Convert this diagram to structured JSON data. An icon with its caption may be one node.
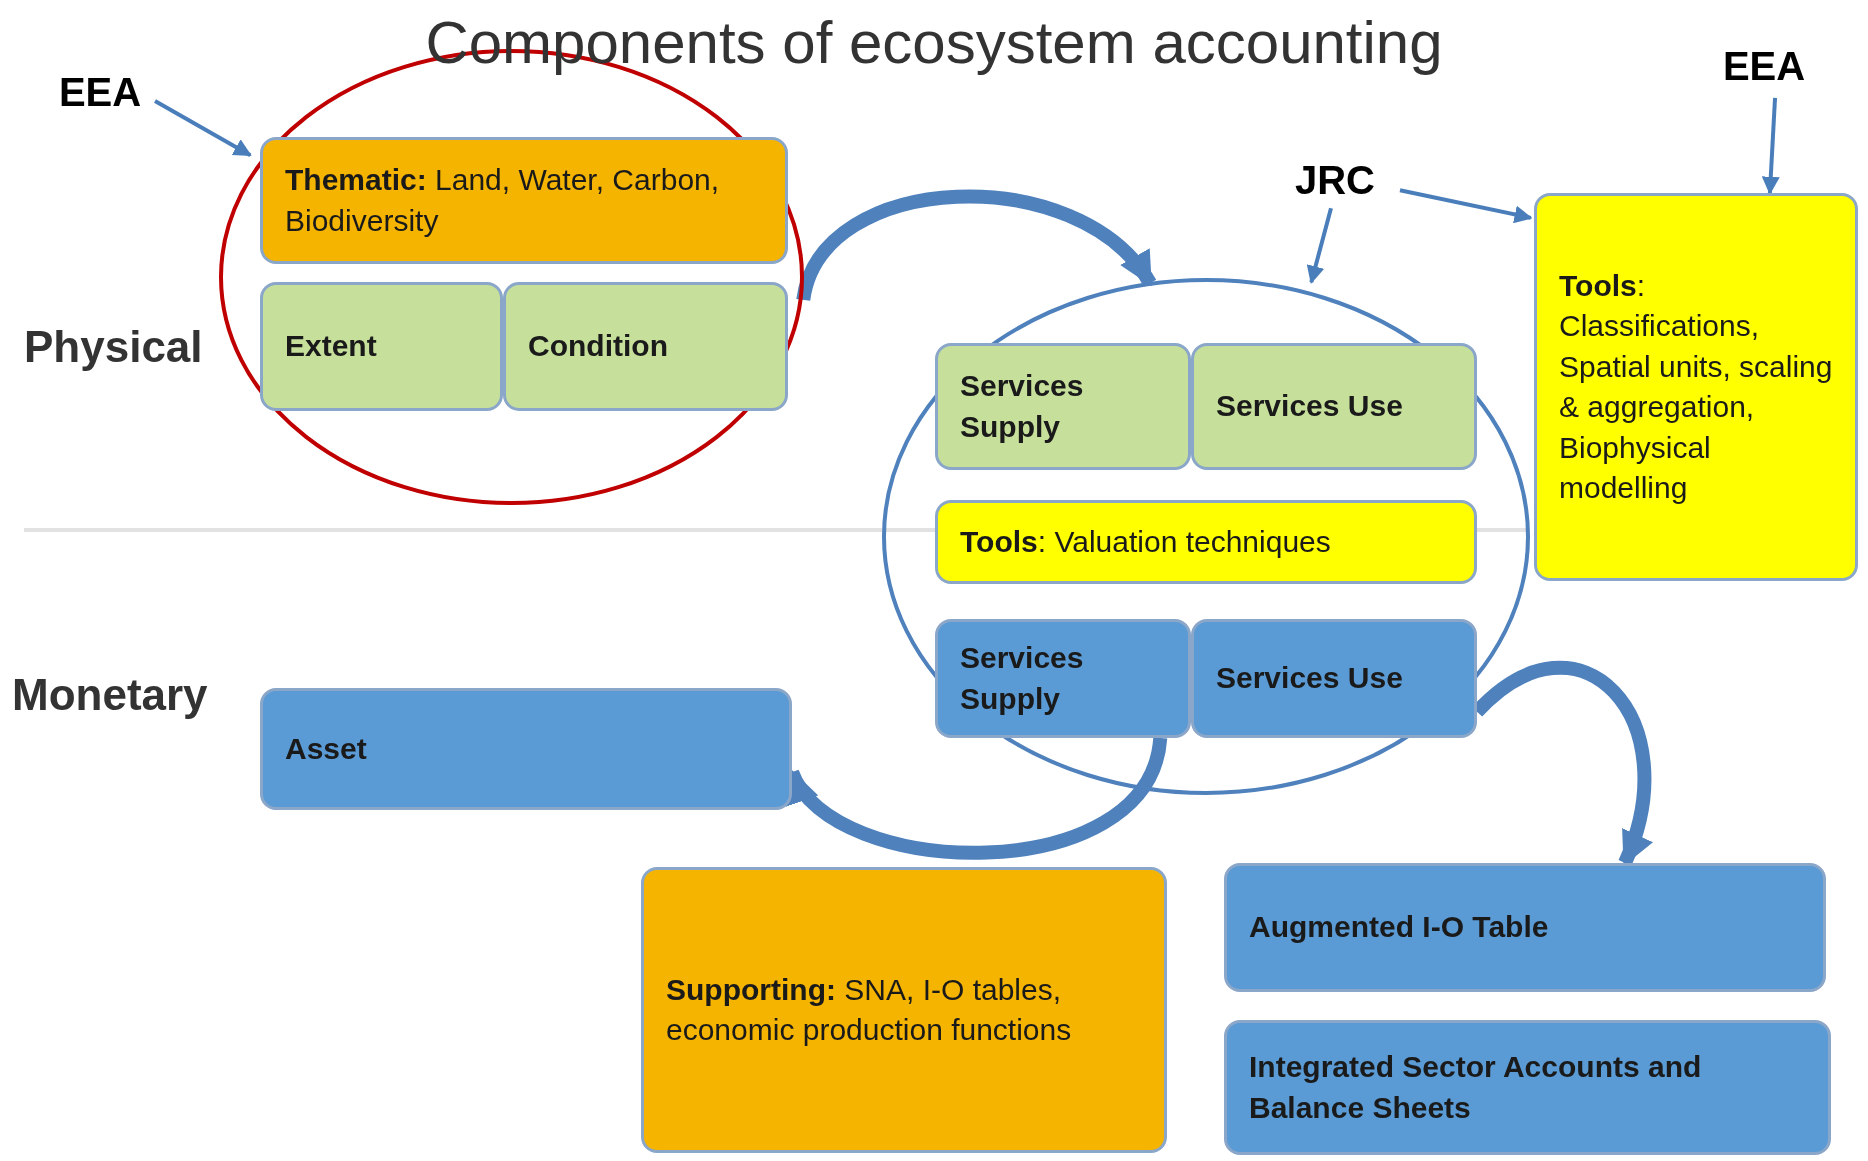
{
  "diagram": {
    "title": "Components of ecosystem accounting",
    "nodes": [
      {
        "text": [
          "EEA"
        ]
      },
      {
        "text": [],
        "shape": "circle"
      },
      {
        "text": [
          "**Thematic:** Land, Water, Carbon, Biodiversity"
        ],
        "in": 1
      },
      {
        "text": [
          "Extent"
        ],
        "in": 1
      },
      {
        "text": [
          "Condition"
        ],
        "in": 1
      },
      {
        "text": [
          "JRC"
        ]
      },
      {
        "text": [],
        "shape": "circle"
      },
      {
        "text": [
          "Services Supply"
        ],
        "in": 6
      },
      {
        "text": [
          "Services Use"
        ],
        "in": 6
      },
      {
        "text": [
          "**Tools**: Valuation techniques"
        ],
        "in": 6
      },
      {
        "text": [
          "Services Supply"
        ],
        "in": 6
      },
      {
        "text": [
          "Services Use"
        ],
        "in": 6
      },
      {
        "text": [
          "EEA"
        ]
      },
      {
        "text": [
          "**Tools**: Classifications, Spatial units, scaling & aggregation, Biophysical modelling"
        ]
      },
      {
        "text": [
          "Asset"
        ]
      },
      {
        "text": [
          "**Supporting:** SNA, I-O tables, economic production functions"
        ]
      },
      {
        "text": [
          "Augmented I-O Table"
        ]
      },
      {
        "text": [
          "Integrated Sector Accounts and Balance Sheets"
        ]
      }
    ],
    "edges": [
      {
        "from": 0,
        "to": 1,
        "arrow": "to"
      },
      {
        "from": 5,
        "to": 6,
        "arrow": "to"
      },
      {
        "from": 5,
        "to": 13,
        "arrow": "to"
      },
      {
        "from": 12,
        "to": 13,
        "arrow": "to"
      },
      {
        "from": 1,
        "to": 6,
        "arrow": "to",
        "style": "thick",
        "color": "#4f81bd"
      },
      {
        "from": 10,
        "to": 14,
        "arrow": "to",
        "style": "thick",
        "color": "#4f81bd"
      },
      {
        "from": 11,
        "to": 16,
        "arrow": "to",
        "style": "thick",
        "color": "#4f81bd"
      }
    ],
    "labels": [
      "Physical",
      "Monetary"
    ]
  }
}
